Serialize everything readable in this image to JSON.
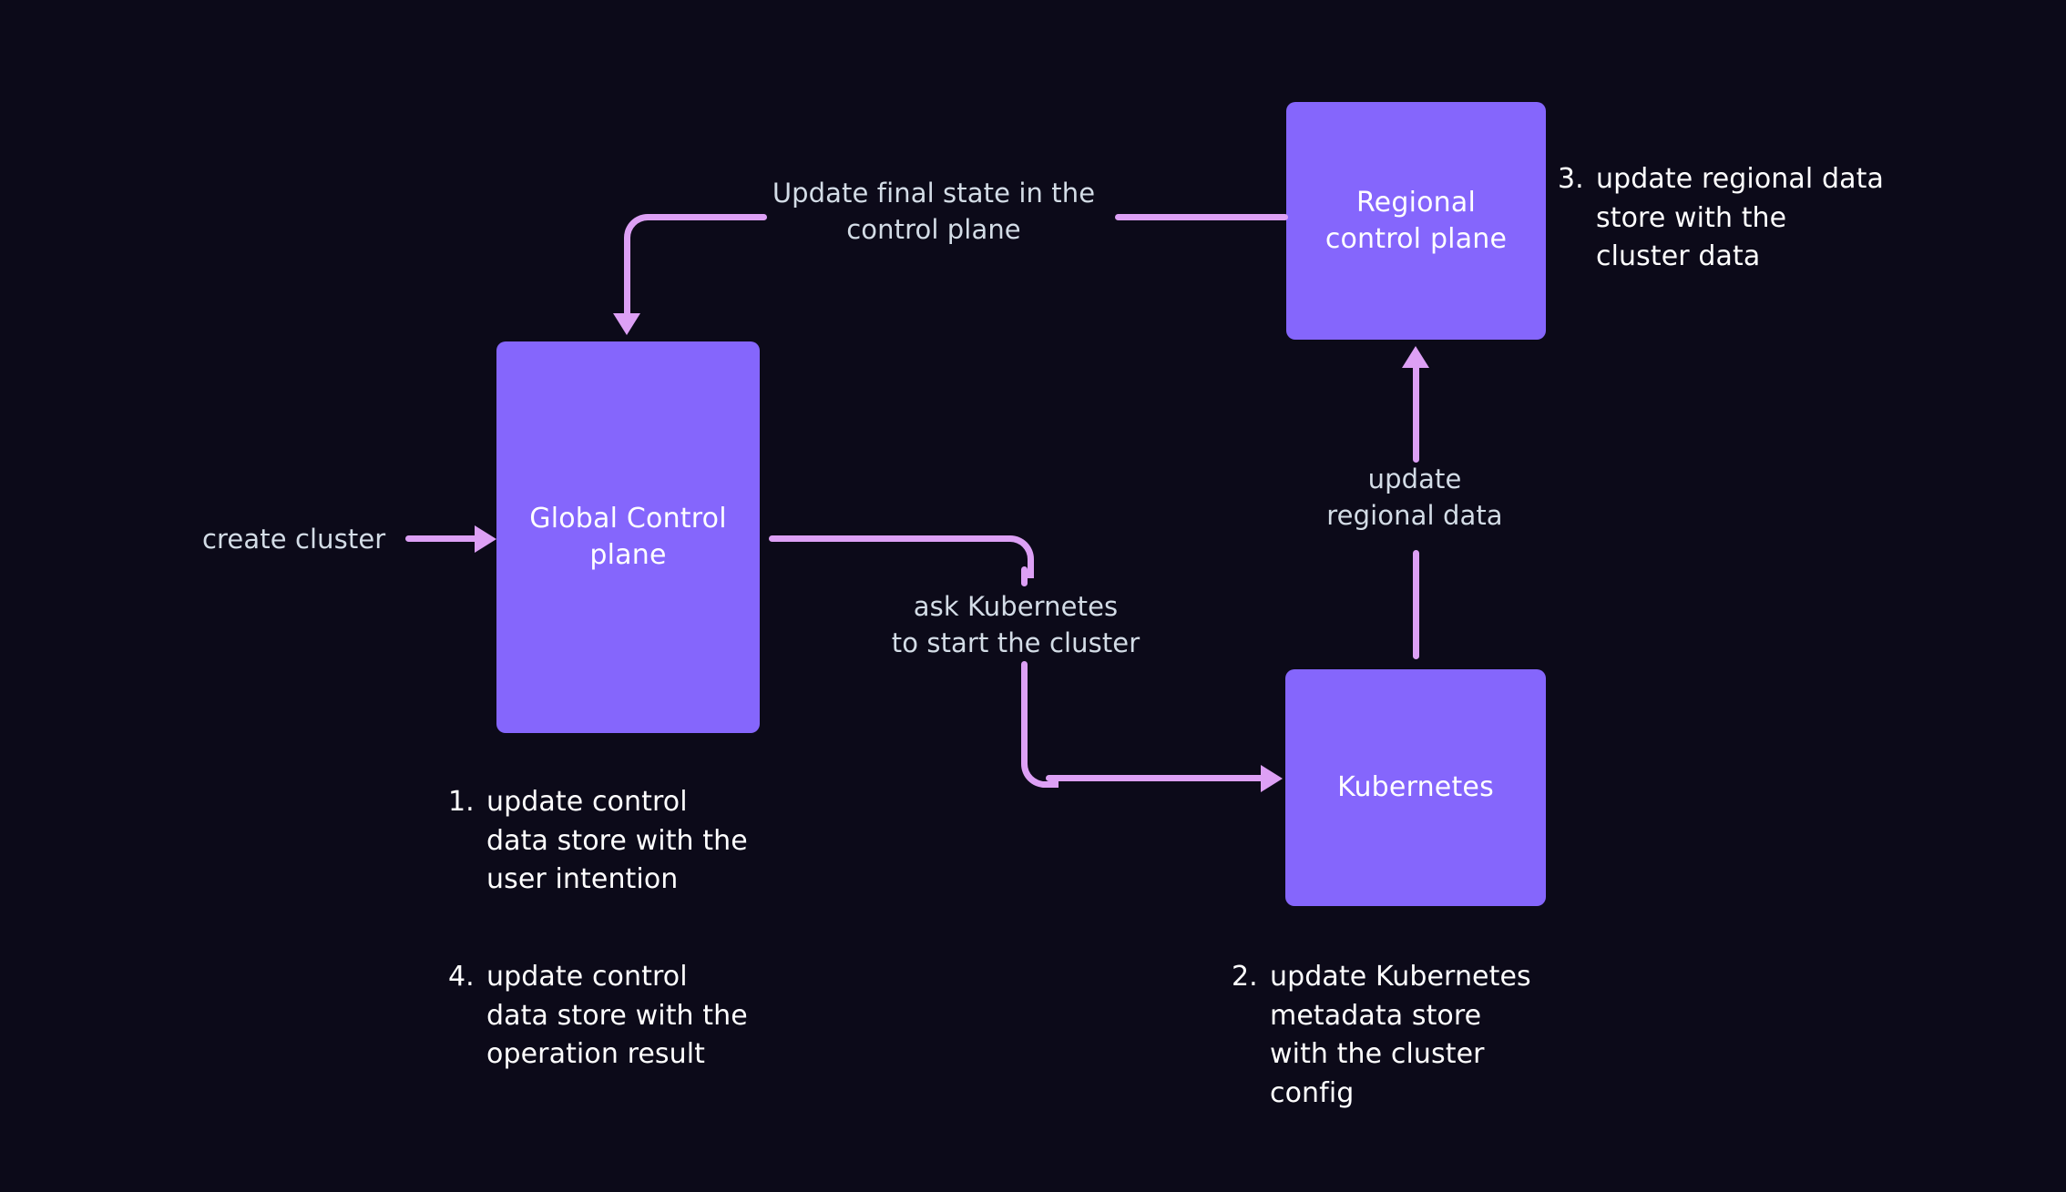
{
  "canvas": {
    "background_color": "#0c0a19",
    "node_color": "#8566fc",
    "arrow_color": "#dda0f5",
    "label_color": "#d3dce6",
    "note_color": "#ffffff"
  },
  "nodes": [
    {
      "id": "global",
      "label": "Global Control\nplane"
    },
    {
      "id": "regional",
      "label": "Regional\ncontrol\nplane"
    },
    {
      "id": "k8s",
      "label": "Kubernetes"
    }
  ],
  "edges": [
    {
      "id": "create",
      "label": "create cluster",
      "from": "external",
      "to": "global"
    },
    {
      "id": "final-state",
      "label": "Update final state in the\ncontrol plane",
      "from": "regional",
      "to": "global"
    },
    {
      "id": "ask-k8s",
      "label": "ask Kubernetes\nto start the cluster",
      "from": "global",
      "to": "k8s"
    },
    {
      "id": "update-region",
      "label": "update\nregional data",
      "from": "k8s",
      "to": "regional"
    }
  ],
  "notes": [
    {
      "id": "note-1",
      "number": "1.",
      "text": "update control data store with the user intention"
    },
    {
      "id": "note-2",
      "number": "2.",
      "text": "update Kubernetes metadata store with the cluster config"
    },
    {
      "id": "note-3",
      "number": "3.",
      "text": "update regional data store with the cluster data"
    },
    {
      "id": "note-4",
      "number": "4.",
      "text": "update control data store with the operation result"
    }
  ]
}
